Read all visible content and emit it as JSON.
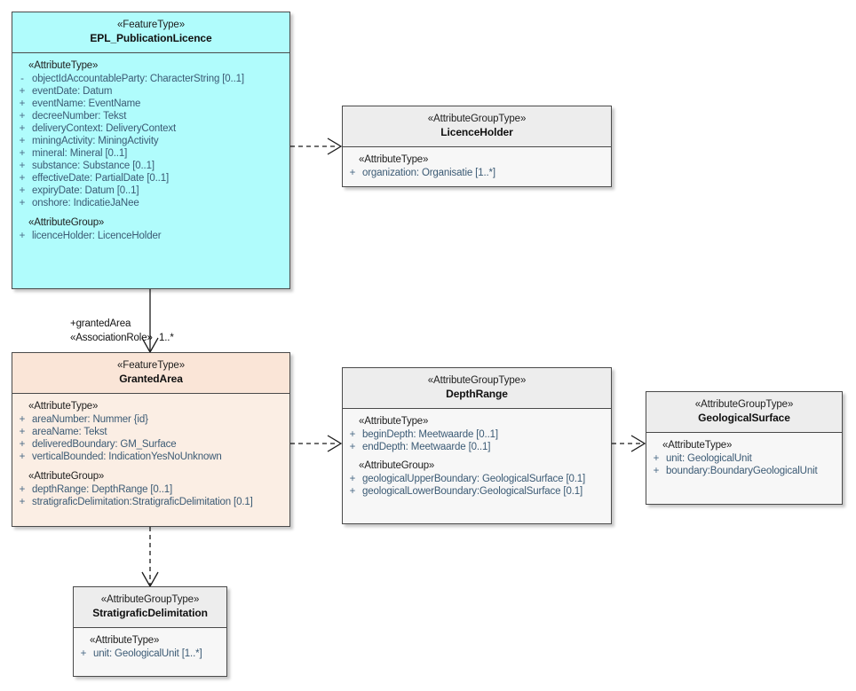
{
  "diagram": {
    "title": "EPL_PublicationLicence UML class diagram",
    "type": "uml-class-diagram",
    "colors": {
      "feature_cyan_header": "#b0fcfc",
      "feature_peach_header": "#fae5d7",
      "group_gray_header": "#ededed",
      "border": "#4a4a4a",
      "attribute_text": "#3b5a74",
      "visibility_text": "#4a6a86"
    }
  },
  "classes": [
    {
      "id": "epl",
      "stereotype": "«FeatureType»",
      "name": "EPL_PublicationLicence",
      "theme": "feature-cyan",
      "compartments": [
        {
          "label": "«AttributeType»",
          "attributes": [
            {
              "visibility": "-",
              "text": "objectIdAccountableParty: CharacterString [0..1]"
            },
            {
              "visibility": "+",
              "text": "eventDate: Datum"
            },
            {
              "visibility": "+",
              "text": "eventName: EventName"
            },
            {
              "visibility": "+",
              "text": "decreeNumber: Tekst"
            },
            {
              "visibility": "+",
              "text": "deliveryContext: DeliveryContext"
            },
            {
              "visibility": "+",
              "text": "miningActivity: MiningActivity"
            },
            {
              "visibility": "+",
              "text": "mineral: Mineral [0..1]"
            },
            {
              "visibility": "+",
              "text": "substance: Substance [0..1]"
            },
            {
              "visibility": "+",
              "text": "effectiveDate: PartialDate [0..1]"
            },
            {
              "visibility": "+",
              "text": "expiryDate: Datum [0..1]"
            },
            {
              "visibility": "+",
              "text": "onshore: IndicatieJaNee"
            }
          ]
        },
        {
          "label": "«AttributeGroup»",
          "attributes": [
            {
              "visibility": "+",
              "text": "licenceHolder: LicenceHolder"
            }
          ]
        }
      ]
    },
    {
      "id": "licenceholder",
      "stereotype": "«AttributeGroupType»",
      "name": "LicenceHolder",
      "theme": "group",
      "compartments": [
        {
          "label": "«AttributeType»",
          "attributes": [
            {
              "visibility": "+",
              "text": "organization: Organisatie [1..*]"
            }
          ]
        }
      ]
    },
    {
      "id": "grantedarea",
      "stereotype": "«FeatureType»",
      "name": "GrantedArea",
      "theme": "feature-peach",
      "compartments": [
        {
          "label": "«AttributeType»",
          "attributes": [
            {
              "visibility": "+",
              "text": "areaNumber: Nummer {id}"
            },
            {
              "visibility": "+",
              "text": "areaName: Tekst"
            },
            {
              "visibility": "+",
              "text": "deliveredBoundary: GM_Surface"
            },
            {
              "visibility": "+",
              "text": "verticalBounded: IndicationYesNoUnknown"
            }
          ]
        },
        {
          "label": "«AttributeGroup»",
          "attributes": [
            {
              "visibility": "+",
              "text": "depthRange: DepthRange [0..1]"
            },
            {
              "visibility": "+",
              "text": "stratigraficDelimitation:StratigraficDelimitation [0.1]"
            }
          ]
        }
      ]
    },
    {
      "id": "depthrange",
      "stereotype": "«AttributeGroupType»",
      "name": "DepthRange",
      "theme": "group",
      "compartments": [
        {
          "label": "«AttributeType»",
          "attributes": [
            {
              "visibility": "+",
              "text": "beginDepth: Meetwaarde [0..1]"
            },
            {
              "visibility": "+",
              "text": "endDepth: Meetwaarde [0..1]"
            }
          ]
        },
        {
          "label": "«AttributeGroup»",
          "attributes": [
            {
              "visibility": "+",
              "text": "geologicalUpperBoundary: GeologicalSurface [0.1]"
            },
            {
              "visibility": "+",
              "text": "geologicalLowerBoundary:GeologicalSurface [0.1]"
            }
          ]
        }
      ]
    },
    {
      "id": "geologicalsurface",
      "stereotype": "«AttributeGroupType»",
      "name": "GeologicalSurface",
      "theme": "group",
      "compartments": [
        {
          "label": "«AttributeType»",
          "attributes": [
            {
              "visibility": "+",
              "text": "unit: GeologicalUnit"
            },
            {
              "visibility": "+",
              "text": "boundary:BoundaryGeologicalUnit"
            }
          ]
        }
      ]
    },
    {
      "id": "stratigraficdelimitation",
      "stereotype": "«AttributeGroupType»",
      "name": "StratigraficDelimitation",
      "theme": "group",
      "compartments": [
        {
          "label": "«AttributeType»",
          "attributes": [
            {
              "visibility": "+",
              "text": "unit: GeologicalUnit [1..*]"
            }
          ]
        }
      ]
    }
  ],
  "connectors": [
    {
      "id": "epl-to-licenceholder",
      "kind": "dependency",
      "from": "epl",
      "to": "licenceholder"
    },
    {
      "id": "epl-to-grantedarea",
      "kind": "association",
      "from": "epl",
      "to": "grantedarea",
      "role_label": "+grantedArea",
      "stereotype_label": "«AssociationRole»",
      "multiplicity_label": "1..*"
    },
    {
      "id": "grantedarea-to-depthrange",
      "kind": "dependency",
      "from": "grantedarea",
      "to": "depthrange"
    },
    {
      "id": "depthrange-to-geologicalsurface",
      "kind": "dependency",
      "from": "depthrange",
      "to": "geologicalsurface"
    },
    {
      "id": "grantedarea-to-stratigraficdelimitation",
      "kind": "dependency",
      "from": "grantedarea",
      "to": "stratigraficdelimitation"
    }
  ]
}
